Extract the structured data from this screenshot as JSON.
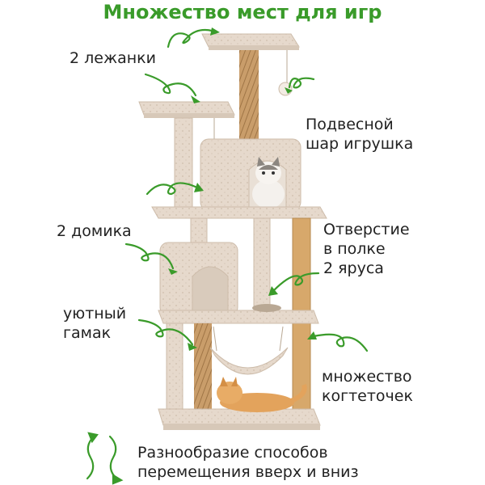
{
  "title": "Множество мест для игр",
  "labels": {
    "beds": "2 лежанки",
    "ball_line1": "Подвесной",
    "ball_line2": "шар игрушка",
    "houses": "2 домика",
    "hole_line1": "Отверстие",
    "hole_line2": "в полке",
    "hole_line3": "2 яруса",
    "hammock_line1": "уютный",
    "hammock_line2": "гамак",
    "scratch_line1": "множество",
    "scratch_line2": "когтеточек",
    "bottom_line1": "Разнообразие способов",
    "bottom_line2": "перемещения вверх и вниз"
  },
  "colors": {
    "accent_green": "#3a9b2a",
    "plush": "#e6d9cc",
    "plush_shadow": "#cdbcaa",
    "sisal": "#c99d6a",
    "sisal_solid": "#d7a86b"
  },
  "icons": [
    "curly-arrow-icon",
    "double-arrow-icon"
  ]
}
